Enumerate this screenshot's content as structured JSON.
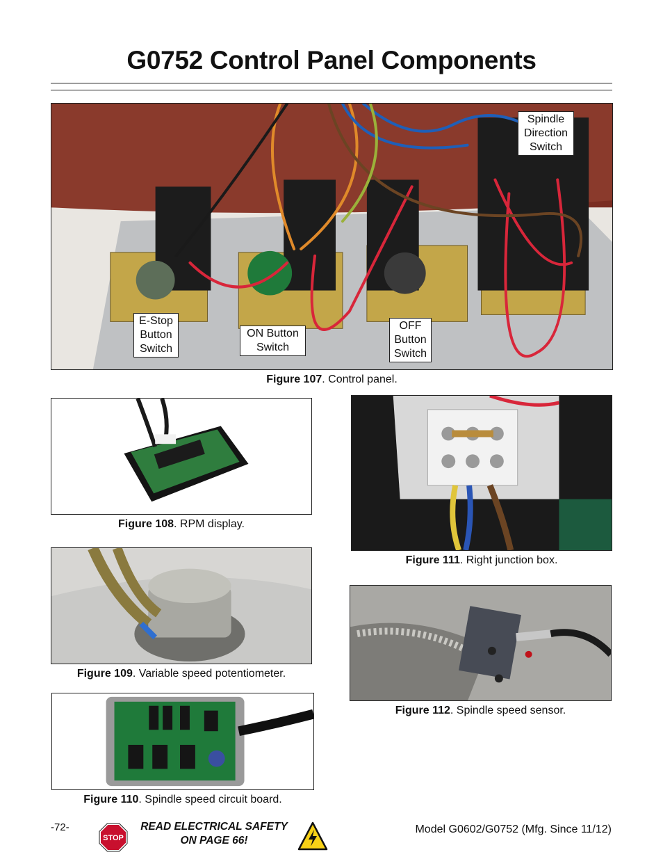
{
  "page": {
    "title": "G0752 Control Panel Components",
    "page_number": "-72-",
    "footer_model": "Model G0602/G0752 (Mfg. Since 11/12)",
    "footer_warning_line1": "READ ELECTRICAL SAFETY",
    "footer_warning_line2": "ON PAGE 66!",
    "stop_sign_text": "STOP"
  },
  "figures": {
    "fig107": {
      "label": "Figure 107",
      "text": ". Control panel.",
      "callouts": {
        "spindle_dir": [
          "Spindle",
          "Direction",
          "Switch"
        ],
        "estop": [
          "E-Stop",
          "Button",
          "Switch"
        ],
        "on_button": [
          "ON Button",
          "Switch"
        ],
        "off_button": [
          "OFF",
          "Button",
          "Switch"
        ]
      }
    },
    "fig108": {
      "label": "Figure 108",
      "text": ". RPM display."
    },
    "fig109": {
      "label": "Figure 109",
      "text": ". Variable speed potentiometer."
    },
    "fig110": {
      "label": "Figure 110",
      "text": ". Spindle speed circuit board."
    },
    "fig111": {
      "label": "Figure 111",
      "text": ". Right junction box."
    },
    "fig112": {
      "label": "Figure  112",
      "text": ". Spindle speed sensor."
    }
  },
  "icons": {
    "stop": "stop-sign-icon",
    "hazard": "electrical-hazard-icon"
  },
  "colors": {
    "stop_red": "#c8102e",
    "hazard_yellow": "#f7d117",
    "wire_red": "#d8263a",
    "wire_blue": "#1f5fb8",
    "wire_orange": "#e08a2a",
    "wire_brown": "#6b4423"
  }
}
